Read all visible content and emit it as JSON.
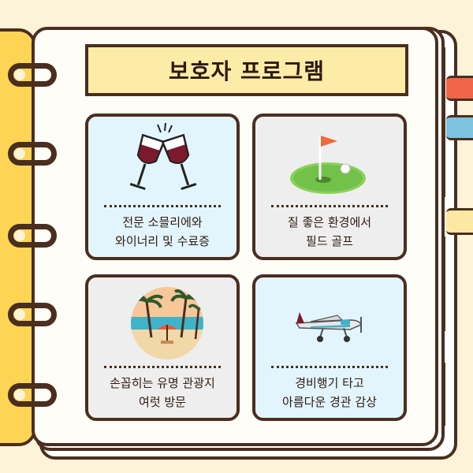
{
  "title": "보호자 프로그램",
  "cards": [
    {
      "line1": "전문 소믈리에와",
      "line2": "와이너리 및 수료증",
      "icon": "wine-glasses-icon"
    },
    {
      "line1": "질 좋은 환경에서",
      "line2": "필드 골프",
      "icon": "golf-green-icon"
    },
    {
      "line1": "손꼽히는 유명 관광지",
      "line2": "여럿 방문",
      "icon": "palm-beach-icon"
    },
    {
      "line1": "경비행기 타고",
      "line2": "아름다운 경관 감상",
      "icon": "airplane-icon"
    }
  ],
  "colors": {
    "background": "#fdf3d9",
    "spine": "#fdd453",
    "title_box": "#fdeca8",
    "outline": "#4a2e1f",
    "card_blue": "#e2f5fc",
    "card_gray": "#eeeeee",
    "tab_red": "#f0664a",
    "tab_blue": "#7cc3e0"
  }
}
